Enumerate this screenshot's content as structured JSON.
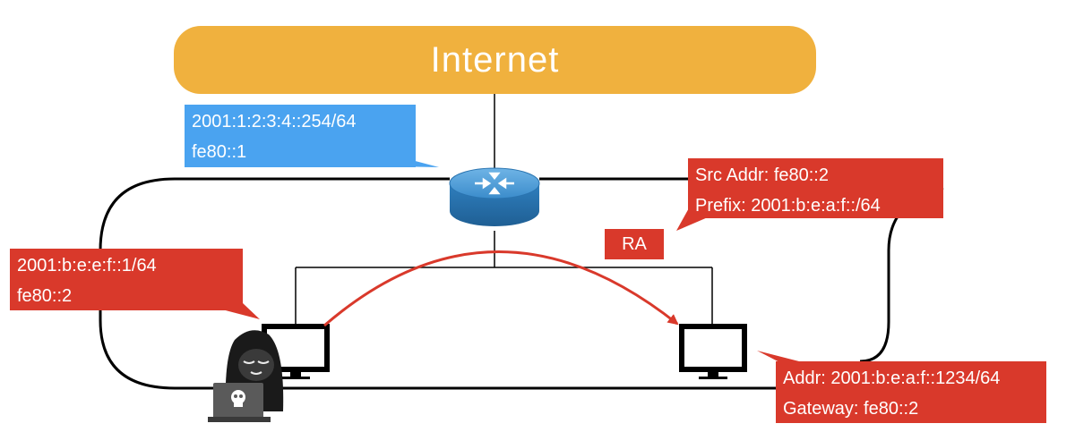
{
  "internet": {
    "label": "Internet"
  },
  "router_callout": {
    "line1": "2001:1:2:3:4::254/64",
    "line2": "fe80::1"
  },
  "attacker_callout": {
    "line1": "2001:b:e:e:f::1/64",
    "line2": "fe80::2"
  },
  "ra_callout": {
    "line1": "Src Addr: fe80::2",
    "line2": "Prefix: 2001:b:e:a:f::/64"
  },
  "victim_callout": {
    "line1": "Addr: 2001:b:e:a:f::1234/64",
    "line2": "Gateway: fe80::2"
  },
  "ra_label": {
    "text": "RA"
  },
  "colors": {
    "internet": "#f0b13e",
    "router_callout": "#4aa3f0",
    "alert_callout": "#d9392b",
    "router_body": "#2f7fbe",
    "line": "#000000",
    "arrow": "#d9392b"
  },
  "icons": [
    "router-icon",
    "attacker-icon",
    "attacker-monitor-icon",
    "victim-monitor-icon",
    "skull-icon"
  ]
}
